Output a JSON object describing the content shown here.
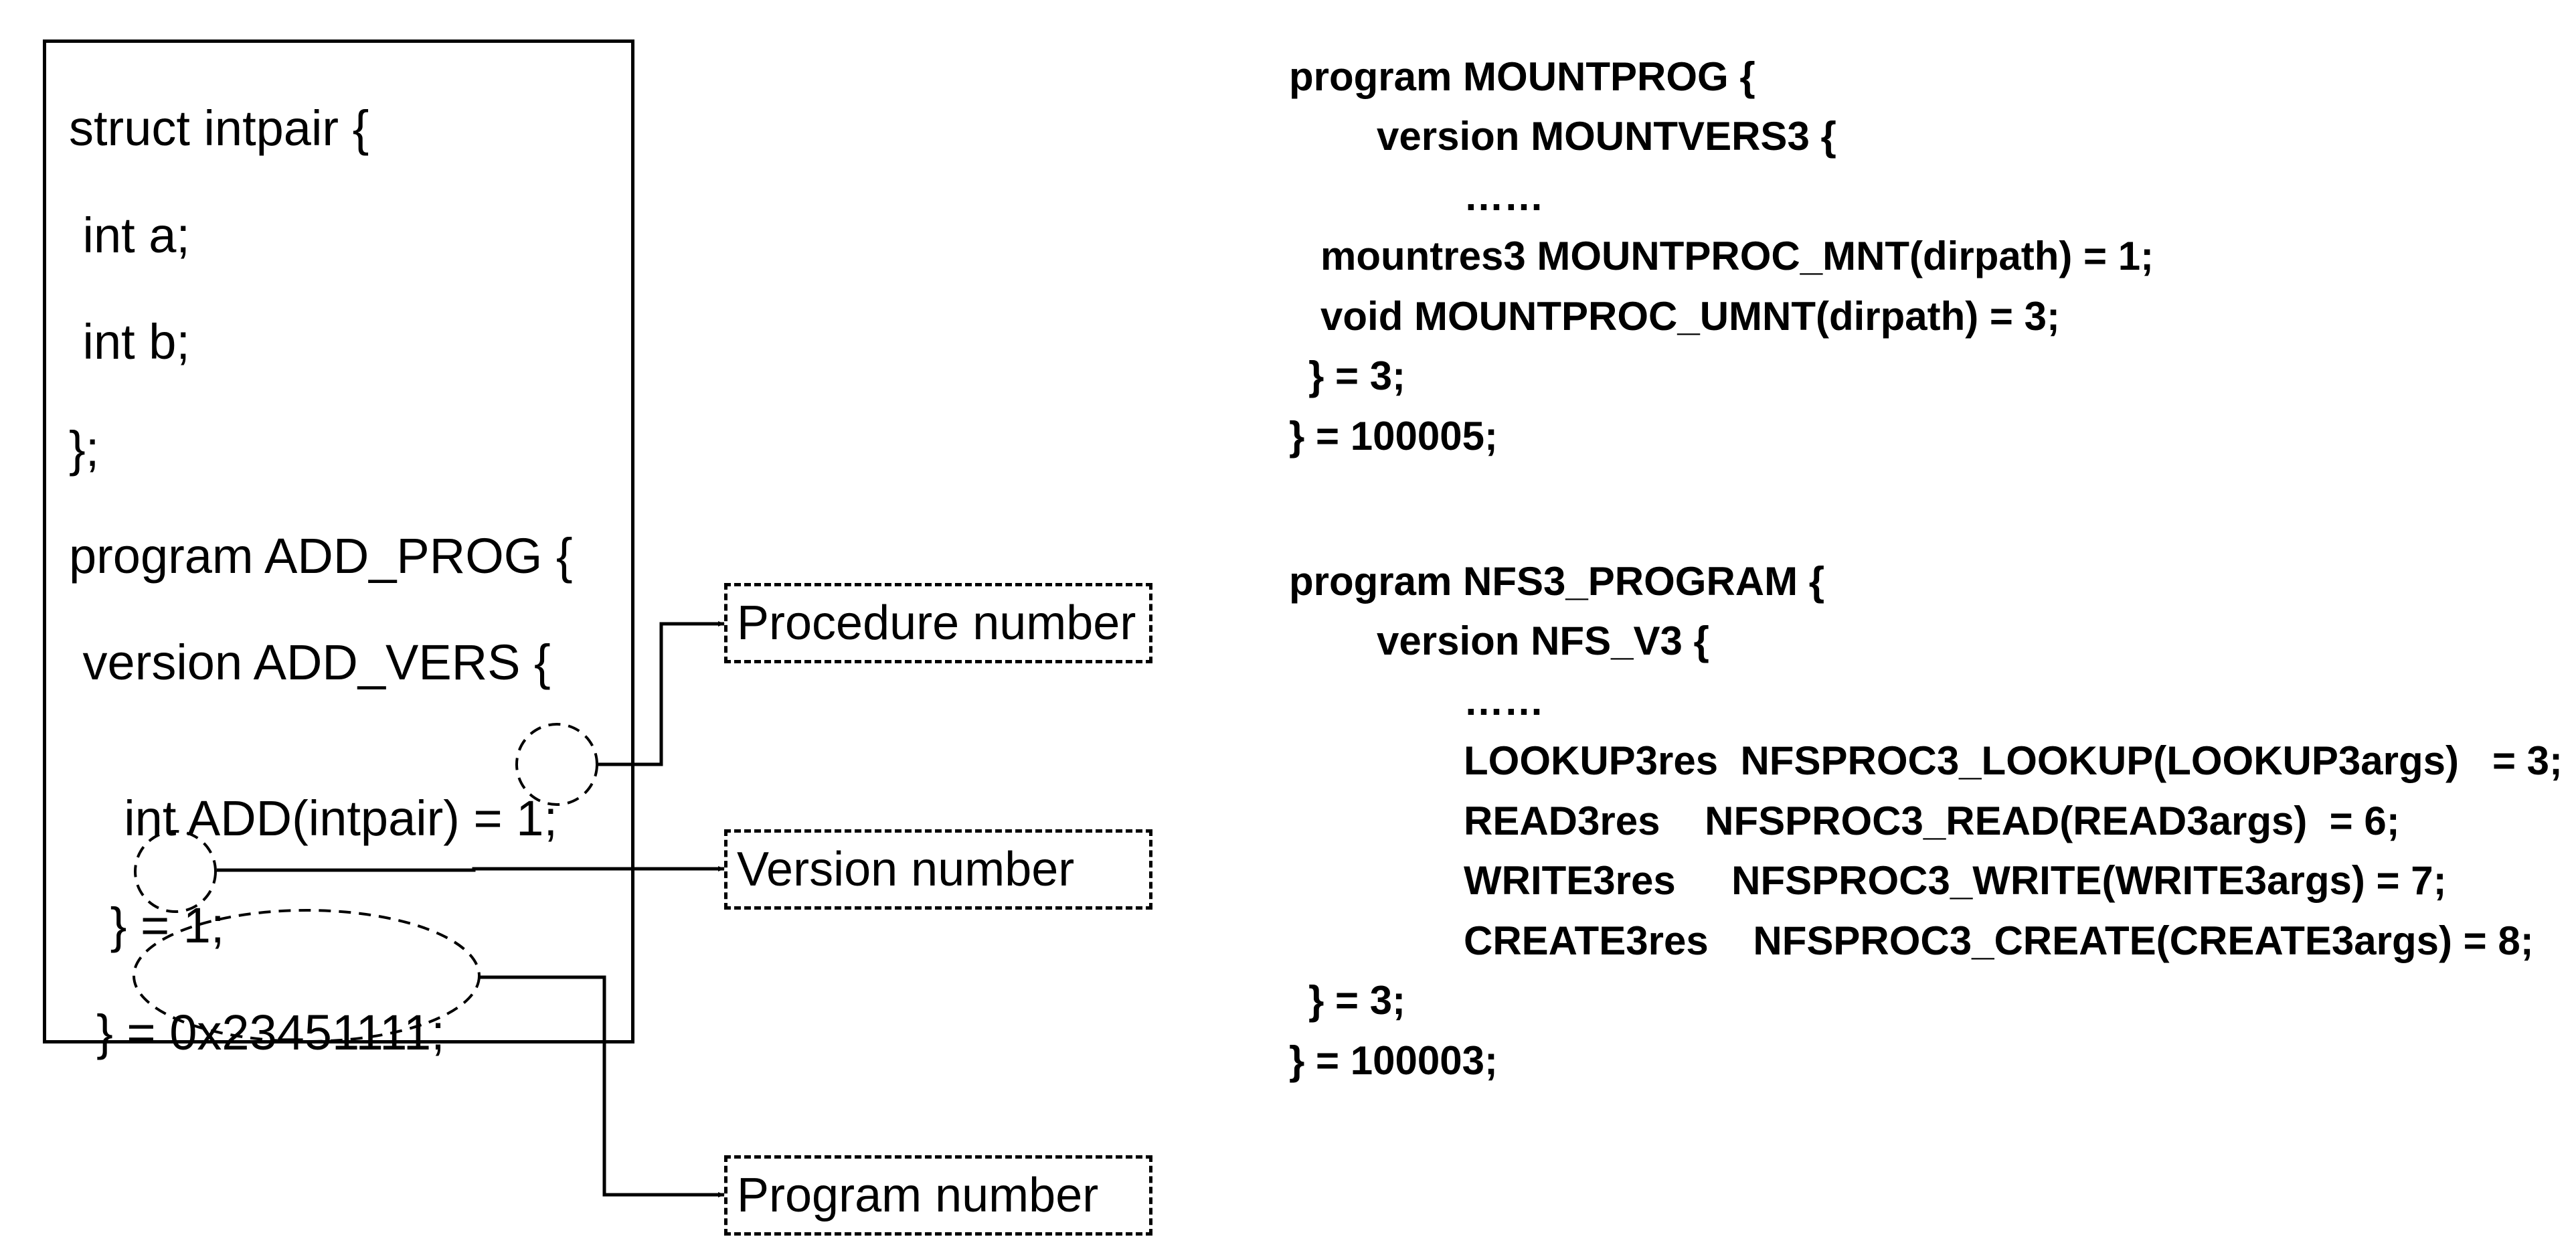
{
  "left_code": {
    "lines": [
      "struct intpair {",
      " int a;",
      " int b;",
      "};",
      "program ADD_PROG {",
      " version ADD_VERS {",
      "  int ADD(intpair) = ",
      " } = ",
      "} = "
    ],
    "procedure_value": "1;",
    "version_value": "1;",
    "program_value": "0x23451111;"
  },
  "callouts": {
    "procedure": "Procedure number",
    "version": "Version number",
    "program": "Program number"
  },
  "mount_code": [
    "program MOUNTPROG {",
    "version MOUNTVERS3 {",
    "……",
    "mountres3 MOUNTPROC_MNT(dirpath) = 1;",
    "void MOUNTPROC_UMNT(dirpath) = 3;",
    "} = 3;",
    "} = 100005;"
  ],
  "nfs_code": [
    "program NFS3_PROGRAM {",
    "version NFS_V3 {",
    "……",
    "LOOKUP3res  NFSPROC3_LOOKUP(LOOKUP3args)   = 3;",
    "READ3res    NFSPROC3_READ(READ3args)  = 6;",
    "WRITE3res     NFSPROC3_WRITE(WRITE3args) = 7;",
    "CREATE3res    NFSPROC3_CREATE(CREATE3args) = 8;",
    "} = 3;",
    "} = 100003;"
  ]
}
